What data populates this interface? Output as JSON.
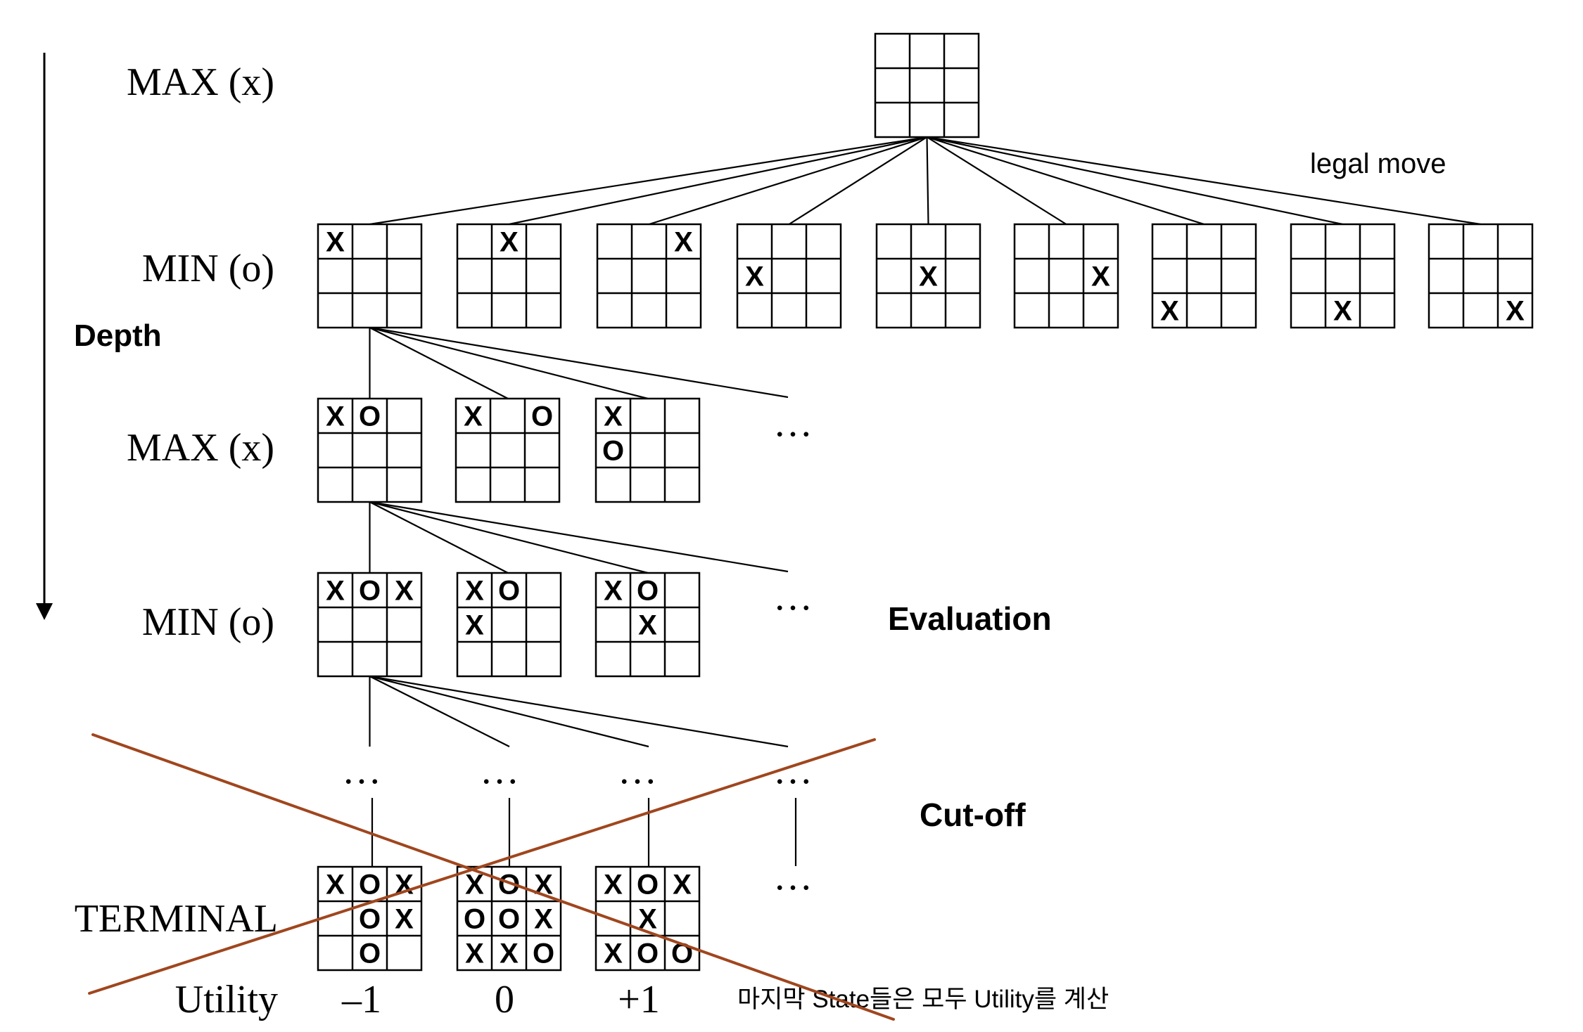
{
  "levels": {
    "max_1": "MAX (x)",
    "min_1": "MIN (o)",
    "max_2": "MAX (x)",
    "min_2": "MIN (o)",
    "terminal": "TERMINAL",
    "utility": "Utility"
  },
  "annotations": {
    "depth": "Depth",
    "legal_move": "legal move",
    "evaluation": "Evaluation",
    "cutoff": "Cut-off",
    "korean_note": "마지막 State들은 모두 Utility를 계산"
  },
  "ellipsis": "…",
  "utility_values": [
    "–1",
    "0",
    "+1"
  ],
  "colors": {
    "line": "#000000",
    "cross_out": "#a0461e"
  },
  "boards": {
    "root": [
      "",
      "",
      "",
      "",
      "",
      "",
      "",
      "",
      ""
    ],
    "level1": [
      [
        "X",
        "",
        "",
        "",
        "",
        "",
        "",
        "",
        ""
      ],
      [
        "",
        "X",
        "",
        "",
        "",
        "",
        "",
        "",
        ""
      ],
      [
        "",
        "",
        "X",
        "",
        "",
        "",
        "",
        "",
        ""
      ],
      [
        "",
        "",
        "",
        "X",
        "",
        "",
        "",
        "",
        ""
      ],
      [
        "",
        "",
        "",
        "",
        "X",
        "",
        "",
        "",
        ""
      ],
      [
        "",
        "",
        "",
        "",
        "",
        "X",
        "",
        "",
        ""
      ],
      [
        "",
        "",
        "",
        "",
        "",
        "",
        "X",
        "",
        ""
      ],
      [
        "",
        "",
        "",
        "",
        "",
        "",
        "",
        "X",
        ""
      ],
      [
        "",
        "",
        "",
        "",
        "",
        "",
        "",
        "",
        "X"
      ]
    ],
    "level2": [
      [
        "X",
        "O",
        "",
        "",
        "",
        "",
        "",
        "",
        ""
      ],
      [
        "X",
        "",
        "O",
        "",
        "",
        "",
        "",
        "",
        ""
      ],
      [
        "X",
        "",
        "",
        "O",
        "",
        "",
        "",
        "",
        ""
      ]
    ],
    "level3": [
      [
        "X",
        "O",
        "X",
        "",
        "",
        "",
        "",
        "",
        ""
      ],
      [
        "X",
        "O",
        "",
        "X",
        "",
        "",
        "",
        "",
        ""
      ],
      [
        "X",
        "O",
        "",
        "",
        "X",
        "",
        "",
        "",
        ""
      ]
    ],
    "terminal": [
      [
        "X",
        "O",
        "X",
        "",
        "O",
        "X",
        "",
        "O",
        ""
      ],
      [
        "X",
        "O",
        "X",
        "O",
        "O",
        "X",
        "X",
        "X",
        "O"
      ],
      [
        "X",
        "O",
        "X",
        "",
        "X",
        "",
        "X",
        "O",
        "O"
      ]
    ]
  }
}
